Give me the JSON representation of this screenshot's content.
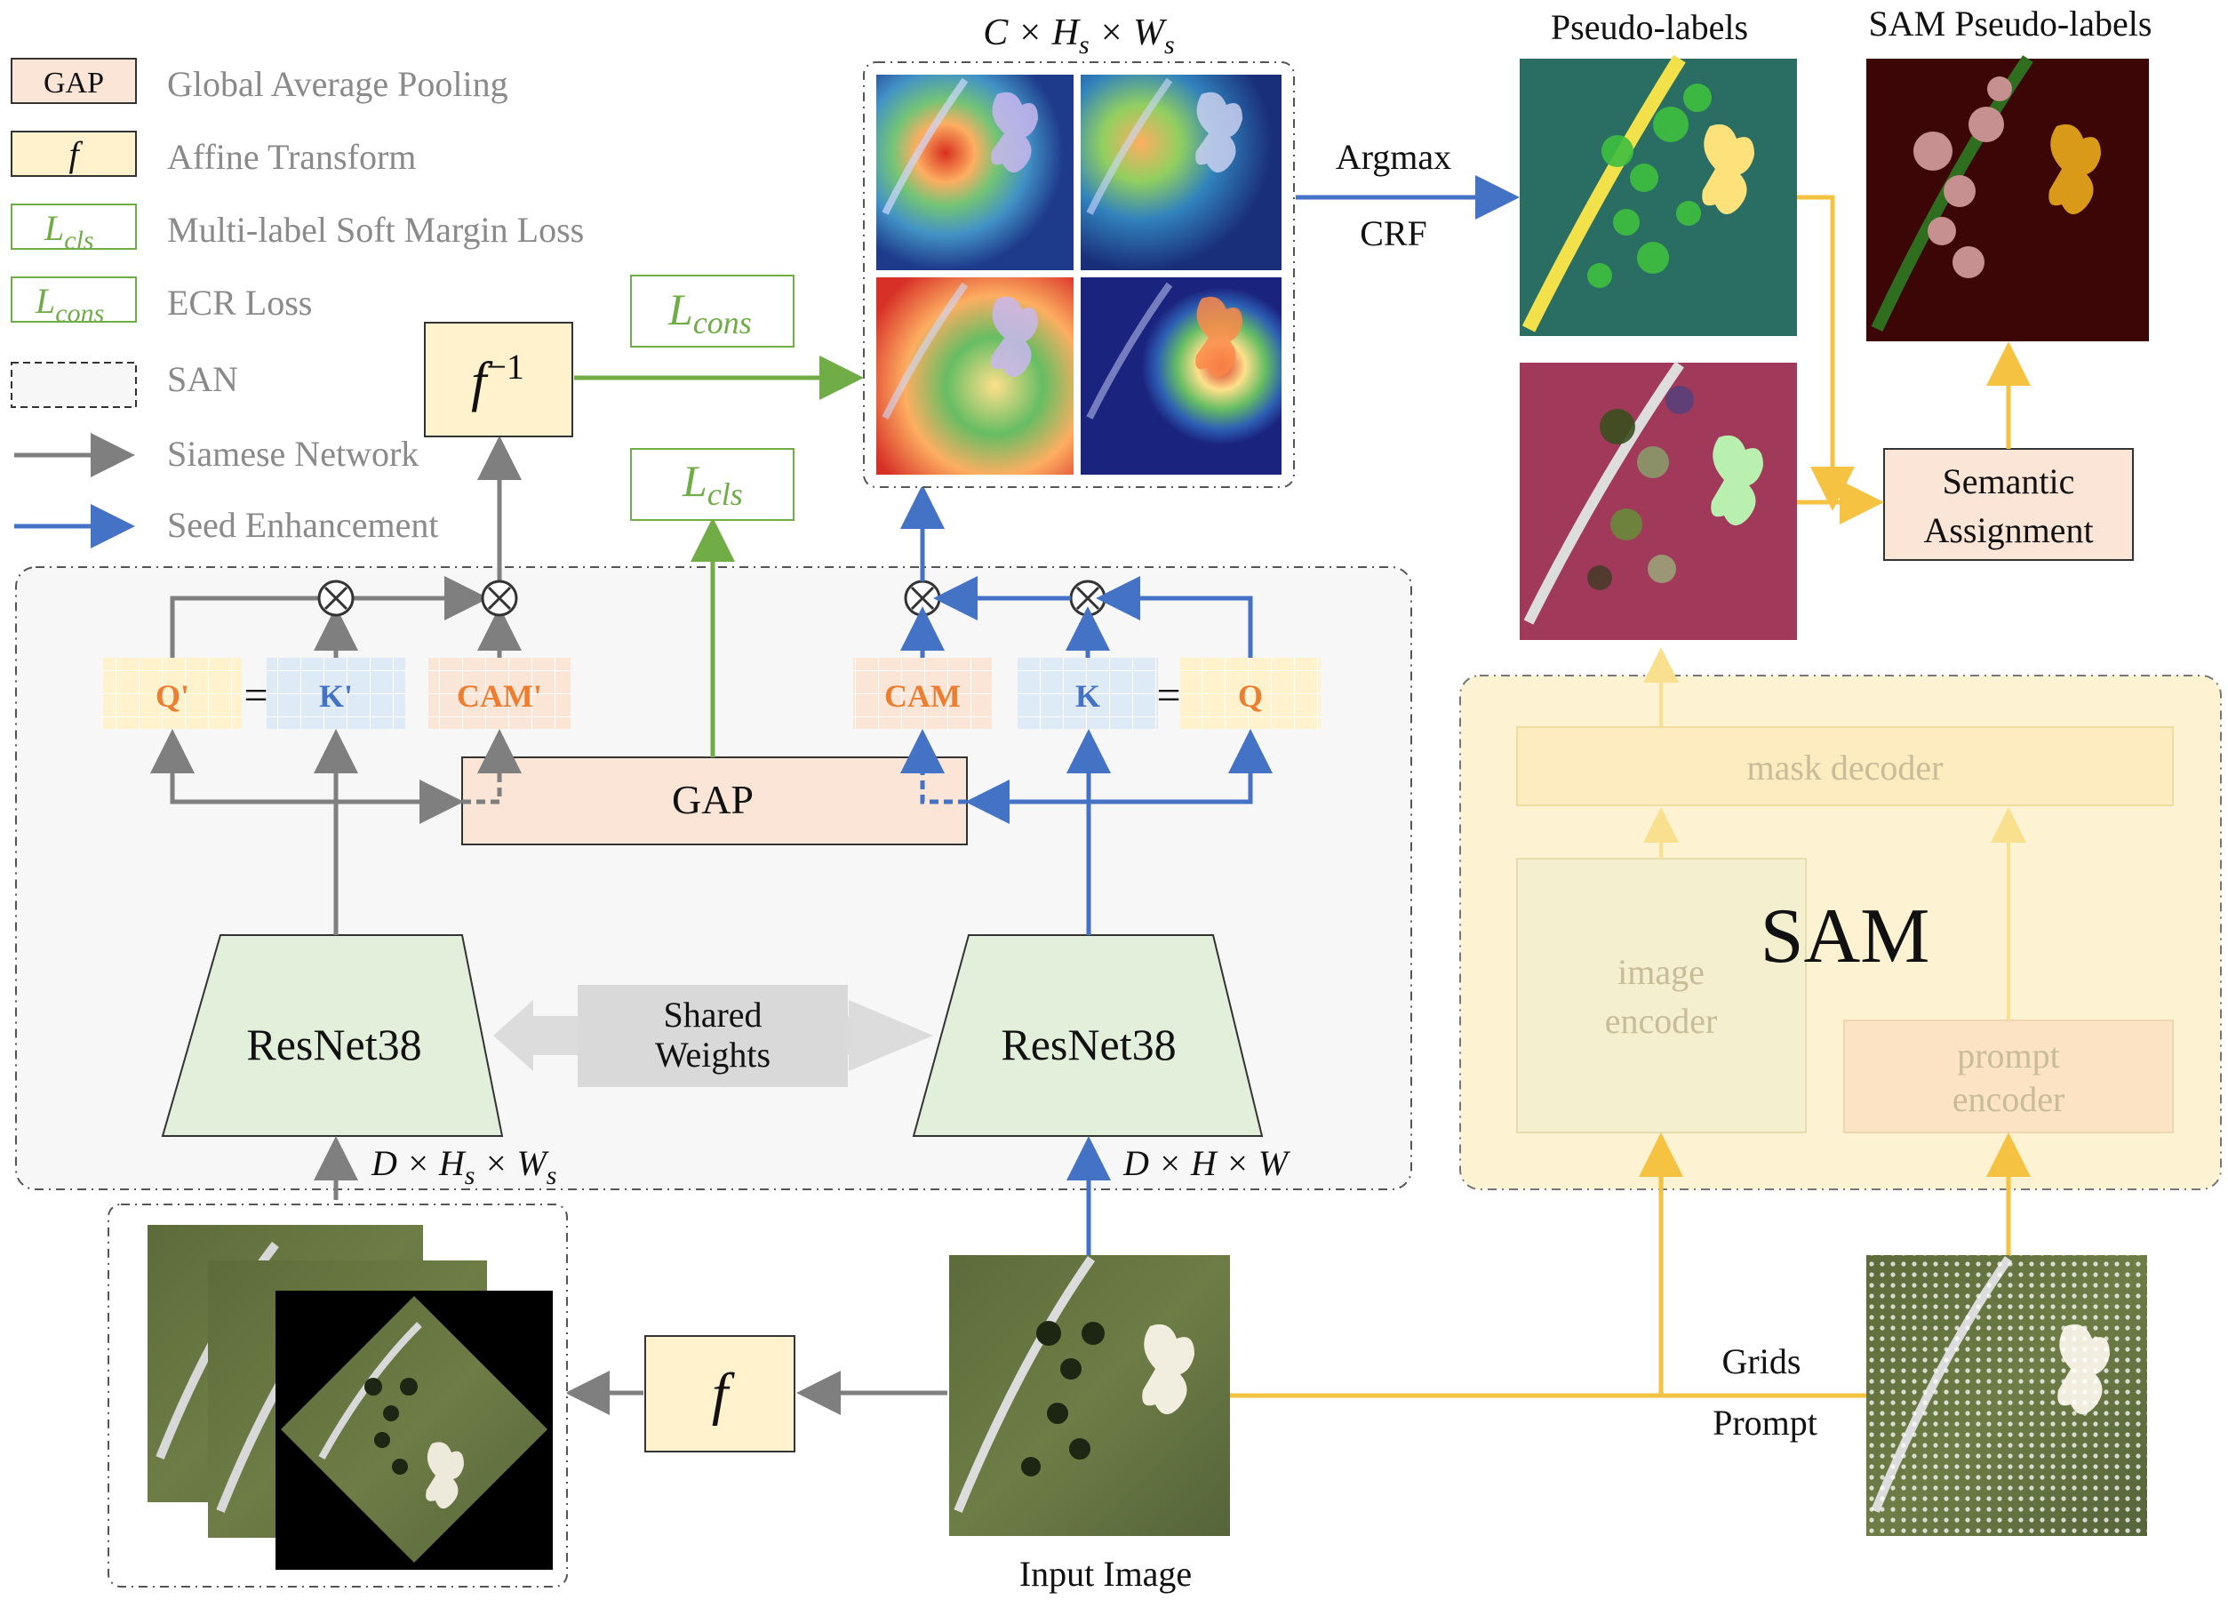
{
  "legend": [
    {
      "symbol": "GAP",
      "text": "Global Average Pooling",
      "kind": "gap"
    },
    {
      "symbol": "f",
      "text": "Affine Transform",
      "kind": "affine"
    },
    {
      "symbol": "L",
      "sub": "cls",
      "text": "Multi-label Soft Margin Loss",
      "kind": "loss"
    },
    {
      "symbol": "L",
      "sub": "cons",
      "text": "ECR Loss",
      "kind": "loss"
    },
    {
      "symbol": "",
      "text": "SAN",
      "kind": "san"
    },
    {
      "symbol": "",
      "text": "Siamese Network",
      "kind": "gray-arrow"
    },
    {
      "symbol": "",
      "text": "Seed Enhancement",
      "kind": "blue-arrow"
    }
  ],
  "blocks": {
    "f_inverse": {
      "symbol": "f",
      "sup": "−1"
    },
    "loss_cons": {
      "symbol": "L",
      "sub": "cons"
    },
    "loss_cls": {
      "symbol": "L",
      "sub": "cls"
    },
    "gap": "GAP",
    "resnet_left": "ResNet38",
    "resnet_right": "ResNet38",
    "shared_weights": [
      "Shared",
      "Weights"
    ],
    "q_prime": "Q'",
    "k_prime": "K'",
    "cam_prime": "CAM'",
    "cam": "CAM",
    "k": "K",
    "q": "Q",
    "equals": "=",
    "affine_f": "f",
    "semantic_assignment": [
      "Semantic",
      "Assignment"
    ],
    "sam": "SAM",
    "mask_decoder": "mask decoder",
    "image_encoder": [
      "image",
      "encoder"
    ],
    "prompt_encoder": [
      "prompt",
      "encoder"
    ]
  },
  "labels": {
    "cam_dims": "C × H",
    "cam_dims_s": "s",
    "cam_dims_w": " × W",
    "left_dims": "D × H",
    "left_dims_w": " × W",
    "right_dims": "D × H × W",
    "argmax": "Argmax",
    "crf": "CRF",
    "pseudo_labels": "Pseudo-labels",
    "sam_pseudo_labels": "SAM Pseudo-labels",
    "grids": "Grids",
    "prompt": "Prompt",
    "input_image": "Input Image"
  },
  "colors": {
    "gray_arrow": "#7f7f7f",
    "blue_arrow": "#4472c4",
    "green_arrow": "#70ad47",
    "yellow_arrow": "#f5c242",
    "gap_fill": "#fbe5d6",
    "affine_fill": "#fff2cc",
    "resnet_fill": "#e2efda",
    "san_fill": "#f7f7f7",
    "sam_fill": "#fdf3d2",
    "orange_text": "#ed7d31",
    "blue_text": "#4472c4"
  }
}
